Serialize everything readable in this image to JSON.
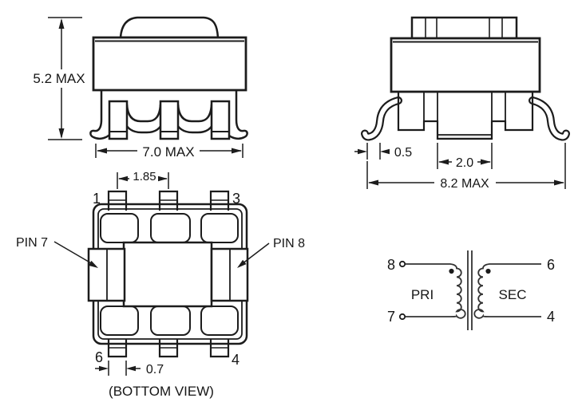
{
  "front_view": {
    "height_label": "5.2 MAX",
    "width_label": "7.0 MAX"
  },
  "side_view": {
    "lead_tip_label": "0.5",
    "tab_label": "2.0",
    "width_label": "8.2 MAX"
  },
  "bottom_view": {
    "pin1_label": "1",
    "pin3_label": "3",
    "pin6_label": "6",
    "pin4_label": "4",
    "pin7_callout": "PIN 7",
    "pin8_callout": "PIN 8",
    "pitch_label": "1.85",
    "lead_width_label": "0.7",
    "caption": "(BOTTOM VIEW)"
  },
  "schematic": {
    "pin8_label": "8",
    "pin7_label": "7",
    "pin6_label": "6",
    "pin4_label": "4",
    "primary_winding_label": "PRI",
    "secondary_winding_label": "SEC"
  },
  "colors": {
    "line": "#1c1c1c",
    "schematic_line": "#333333",
    "background": "#ffffff"
  }
}
